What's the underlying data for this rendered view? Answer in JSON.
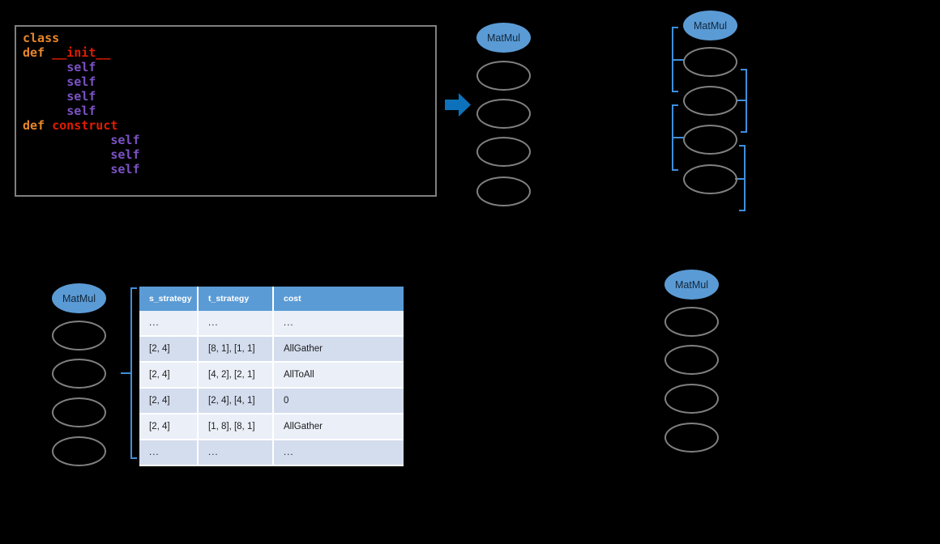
{
  "code_panel": {
    "name": "source-code-snippet",
    "lines": [
      {
        "indent": 0,
        "tokens": [
          {
            "t": "class",
            "c": "kw"
          }
        ]
      },
      {
        "indent": 0,
        "tokens": [
          {
            "t": "def ",
            "c": "kw"
          },
          {
            "t": "__init__",
            "c": "fn"
          }
        ]
      },
      {
        "indent": 3,
        "tokens": [
          {
            "t": "self",
            "c": "slf"
          }
        ]
      },
      {
        "indent": 3,
        "tokens": [
          {
            "t": "self",
            "c": "slf"
          }
        ]
      },
      {
        "indent": 3,
        "tokens": [
          {
            "t": "self",
            "c": "slf"
          }
        ]
      },
      {
        "indent": 3,
        "tokens": [
          {
            "t": "self",
            "c": "slf"
          }
        ]
      },
      {
        "indent": 0,
        "tokens": [
          {
            "t": "def ",
            "c": "kw"
          },
          {
            "t": "construct",
            "c": "fn"
          }
        ]
      },
      {
        "indent": 6,
        "tokens": [
          {
            "t": "self",
            "c": "slf"
          }
        ]
      },
      {
        "indent": 6,
        "tokens": [
          {
            "t": "self",
            "c": "slf"
          }
        ]
      },
      {
        "indent": 6,
        "tokens": [
          {
            "t": "self",
            "c": "slf"
          }
        ]
      }
    ]
  },
  "arrow": {
    "name": "blue-right-arrow",
    "color": "#0d72bb"
  },
  "graphs": {
    "node_label": "MatMul",
    "columns": [
      {
        "id": "col1",
        "head": "MatMul",
        "blank_nodes": 4
      },
      {
        "id": "col2",
        "head": "MatMul",
        "blank_nodes": 4
      },
      {
        "id": "col3",
        "head": "MatMul",
        "blank_nodes": 4
      },
      {
        "id": "col4",
        "head": "MatMul",
        "blank_nodes": 4
      }
    ]
  },
  "colors": {
    "accent_blue": "#5b9bd5",
    "arrow_blue": "#0d72bb",
    "bracket_blue": "#3f8fdc",
    "node_stroke": "#808080",
    "table_header_bg": "#5b9bd5",
    "table_row_alt": "#d4ddee",
    "table_row_reg": "#eaeff8",
    "code_kw": "#e8872b",
    "code_fn": "#e01b00",
    "code_self": "#7b52c4",
    "code_border": "#7f7f7f"
  },
  "cost_table": {
    "name": "strategy-cost-table",
    "columns": [
      "s_strategy",
      "t_strategy",
      "cost"
    ],
    "rows": [
      {
        "s_strategy": "...",
        "t_strategy": "...",
        "cost": "..."
      },
      {
        "s_strategy": "[2, 4]",
        "t_strategy": "[8, 1], [1, 1]",
        "cost": "AllGather"
      },
      {
        "s_strategy": "[2, 4]",
        "t_strategy": "[4, 2], [2, 1]",
        "cost": "AllToAll"
      },
      {
        "s_strategy": "[2, 4]",
        "t_strategy": "[2, 4], [4, 1]",
        "cost": "0"
      },
      {
        "s_strategy": "[2, 4]",
        "t_strategy": "[1, 8], [8, 1]",
        "cost": "AllGather"
      },
      {
        "s_strategy": "...",
        "t_strategy": "...",
        "cost": "..."
      }
    ]
  }
}
